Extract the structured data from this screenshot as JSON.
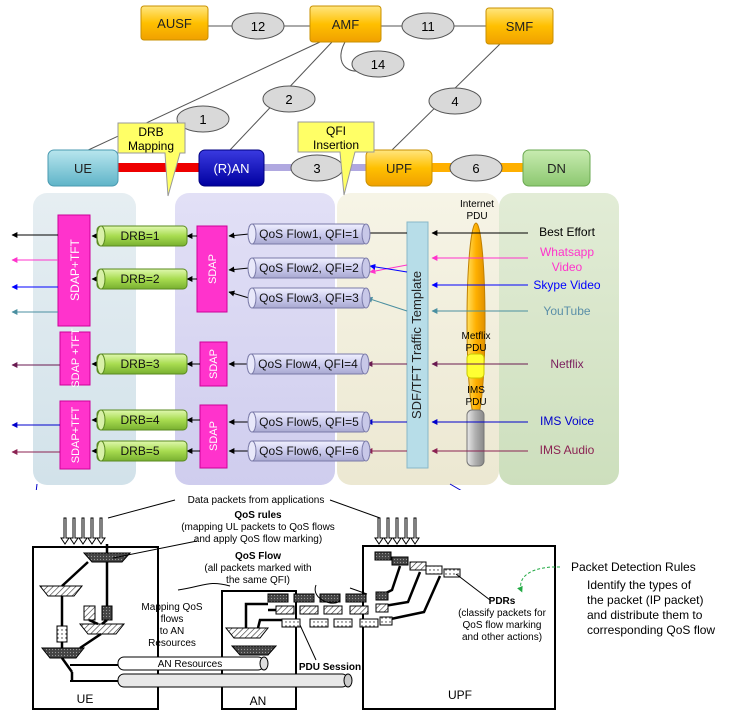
{
  "core": {
    "ausf": "AUSF",
    "amf": "AMF",
    "smf": "SMF",
    "if12": "12",
    "if11": "11",
    "if14": "14",
    "if1": "1",
    "if2": "2",
    "if4": "4",
    "if3": "3",
    "if6": "6"
  },
  "entities": {
    "ue": "UE",
    "ran": "(R)AN",
    "upf": "UPF",
    "dn": "DN"
  },
  "callouts": {
    "drb_mapping": [
      "DRB",
      "Mapping"
    ],
    "qfi_insertion": [
      "QFI",
      "Insertion"
    ]
  },
  "ue_sdap": [
    {
      "label": "SDAP+TFT"
    },
    {
      "label": "SDAP +TFT"
    },
    {
      "label": "SDAP+TFT"
    }
  ],
  "drbs": [
    "DRB=1",
    "DRB=2",
    "DRB=3",
    "DRB=4",
    "DRB=5"
  ],
  "ran_sdap": [
    "SDAP",
    "SDAP",
    "SDAP"
  ],
  "qos_flows": [
    "QoS Flow1, QFI=1",
    "QoS Flow2, QFI=2",
    "QoS Flow3, QFI=3",
    "QoS Flow4, QFI=4",
    "QoS Flow5, QFI=5",
    "QoS Flow6, QFI=6"
  ],
  "tft_label": "SDF/TFT Traffic Template",
  "pdus": [
    {
      "label": [
        "Internet",
        "PDU"
      ]
    },
    {
      "label": [
        "Metflix",
        "PDU"
      ]
    },
    {
      "label": [
        "IMS",
        "PDU"
      ]
    }
  ],
  "apps": [
    {
      "label": [
        "Best Effort"
      ],
      "color": "#000000"
    },
    {
      "label": [
        "Whatsapp",
        "Video"
      ],
      "color": "#ff33cc"
    },
    {
      "label": [
        "Skype Video"
      ],
      "color": "#0000ff"
    },
    {
      "label": [
        "YouTube"
      ],
      "color": "#5b8fa8"
    },
    {
      "label": [
        "Netflix"
      ],
      "color": "#7b1f5e"
    },
    {
      "label": [
        "IMS Voice"
      ],
      "color": "#0000cc"
    },
    {
      "label": [
        "IMS Audio"
      ],
      "color": "#8b2252"
    }
  ],
  "bottom": {
    "data_packets": "Data packets from applications",
    "qos_rules": [
      "QoS rules",
      "(mapping UL packets to QoS flows",
      "and apply QoS flow marking)"
    ],
    "qos_flow": [
      "QoS Flow",
      "(all packets marked with",
      "the same QFI)"
    ],
    "mapping": [
      "Mapping QoS",
      "flows",
      "to AN",
      "Resources"
    ],
    "an_resources": "AN Resources",
    "pdu_session": "PDU Session",
    "pdrs": [
      "PDRs",
      "(classify packets for",
      "QoS flow marking",
      "and other actions)"
    ],
    "ue": "UE",
    "an": "AN",
    "upf": "UPF"
  },
  "pdr_note": {
    "title": "Packet Detection Rules",
    "body": [
      "Identify the types of",
      "the packet (IP packet)",
      "and distribute them to",
      "corresponding QoS flow"
    ]
  }
}
